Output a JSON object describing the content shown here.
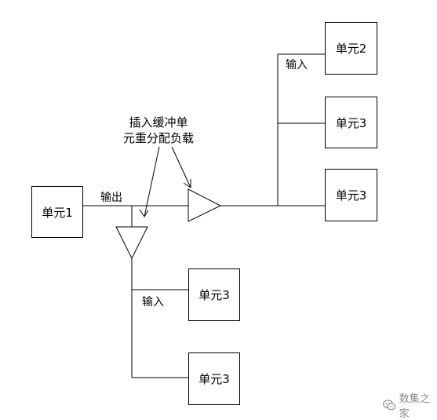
{
  "boxes": {
    "unit1": "单元1",
    "unit2": "单元2",
    "unit3_upper_a": "单元3",
    "unit3_upper_b": "单元3",
    "unit3_lower_a": "单元3",
    "unit3_lower_b": "单元3"
  },
  "labels": {
    "output": "输出",
    "input_upper": "输入",
    "input_lower": "输入"
  },
  "annotation": {
    "line1": "插入缓冲单",
    "line2": "元重分配负载"
  },
  "watermark": {
    "text": "数集之家",
    "icon": "wechat-icon"
  },
  "colors": {
    "line": "#000000",
    "watermark": "#8a8a8a"
  }
}
